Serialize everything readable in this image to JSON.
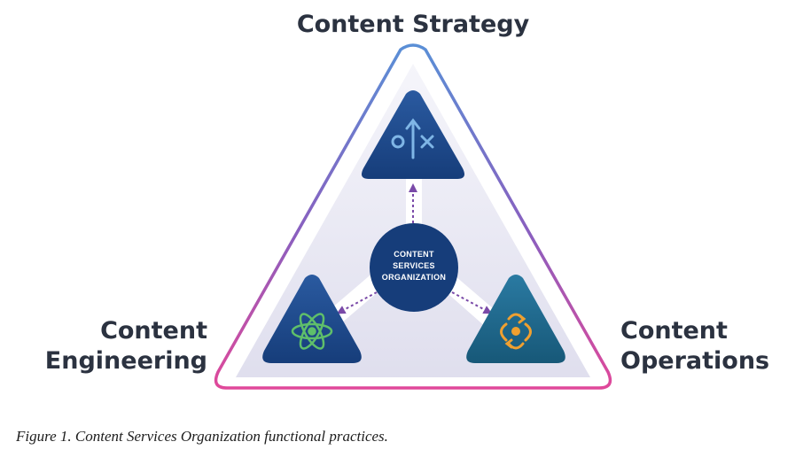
{
  "labels": {
    "strategy": "Content Strategy",
    "engineering_line1": "Content",
    "engineering_line2": "Engineering",
    "operations_line1": "Content",
    "operations_line2": "Operations"
  },
  "hub": {
    "line1": "CONTENT",
    "line2": "SERVICES",
    "line3": "ORGANIZATION"
  },
  "icons": {
    "strategy": "strategy-play-icon",
    "engineering": "atom-icon",
    "operations": "recycle-flower-icon"
  },
  "colors": {
    "outline_top": "#5a8fd6",
    "outline_mid": "#8a5fbf",
    "outline_bottom": "#e0489a",
    "tile_blue": "#1d4a8c",
    "tile_teal": "#1e6a8c",
    "hub": "#163d7a",
    "arrow": "#7a4aa8",
    "atom": "#5fbf6a",
    "recycle": "#f0a030",
    "strategy_icon": "#7fb6e6",
    "label": "#2b3240"
  },
  "caption": "Figure 1. Content Services Organization functional practices."
}
